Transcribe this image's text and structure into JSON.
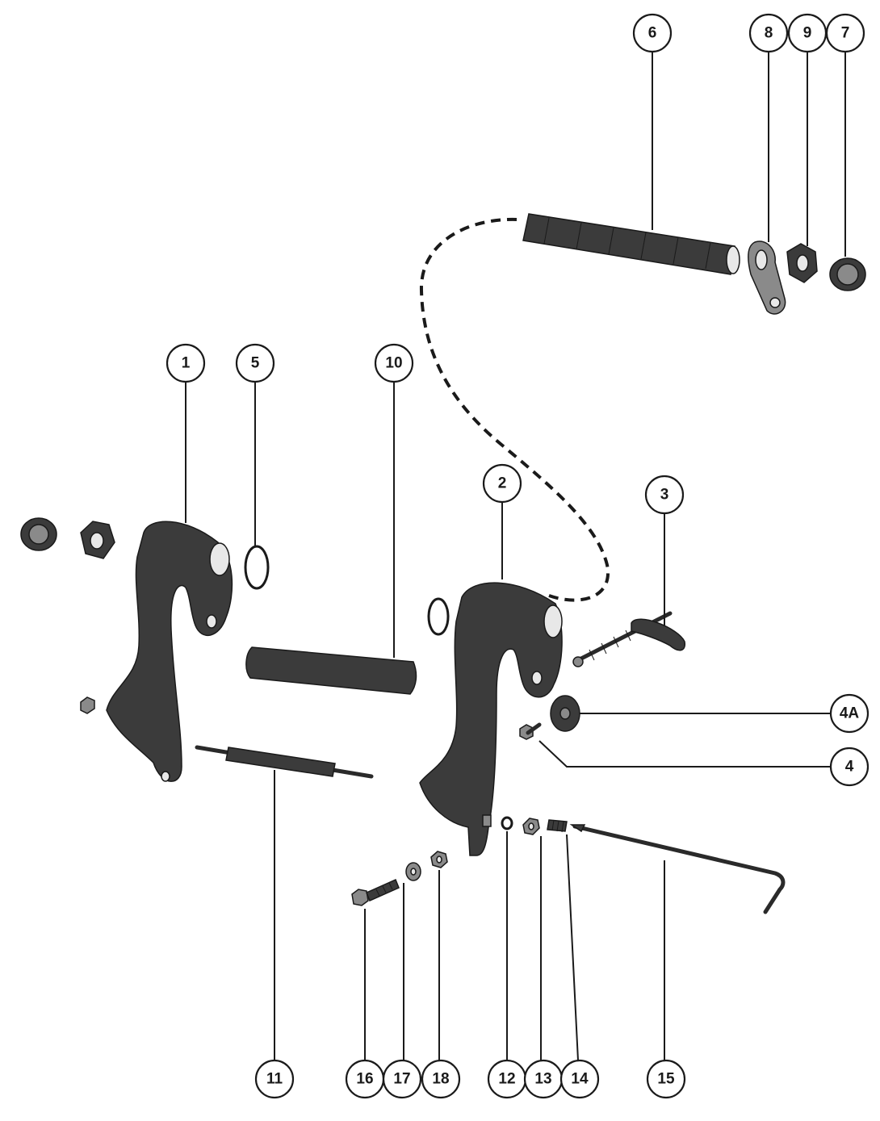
{
  "diagram": {
    "type": "exploded-parts-diagram",
    "callouts": [
      {
        "id": "c6",
        "label": "6"
      },
      {
        "id": "c8",
        "label": "8"
      },
      {
        "id": "c9",
        "label": "9"
      },
      {
        "id": "c7",
        "label": "7"
      },
      {
        "id": "c1",
        "label": "1"
      },
      {
        "id": "c5",
        "label": "5"
      },
      {
        "id": "c10",
        "label": "10"
      },
      {
        "id": "c2",
        "label": "2"
      },
      {
        "id": "c3",
        "label": "3"
      },
      {
        "id": "c4A",
        "label": "4A"
      },
      {
        "id": "c4",
        "label": "4"
      },
      {
        "id": "c11",
        "label": "11"
      },
      {
        "id": "c16",
        "label": "16"
      },
      {
        "id": "c17",
        "label": "17"
      },
      {
        "id": "c18",
        "label": "18"
      },
      {
        "id": "c12",
        "label": "12"
      },
      {
        "id": "c13",
        "label": "13"
      },
      {
        "id": "c14",
        "label": "14"
      },
      {
        "id": "c15",
        "label": "15"
      }
    ]
  }
}
